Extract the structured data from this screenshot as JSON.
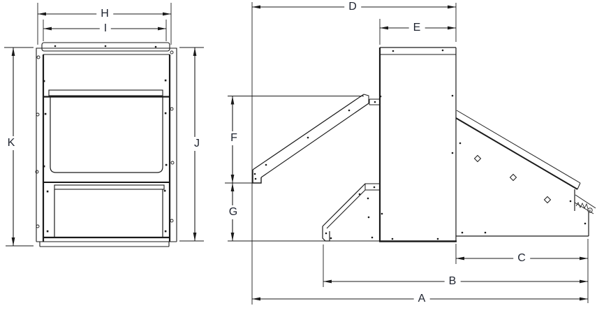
{
  "dimension_labels": {
    "front_view": {
      "H": "H",
      "I": "I",
      "J": "J",
      "K": "K"
    },
    "side_view": {
      "A": "A",
      "B": "B",
      "C": "C",
      "D": "D",
      "E": "E",
      "F": "F",
      "G": "G"
    }
  },
  "colors": {
    "line": "#1a1a1a",
    "background": "#ffffff",
    "label_text": "#1f2430"
  }
}
